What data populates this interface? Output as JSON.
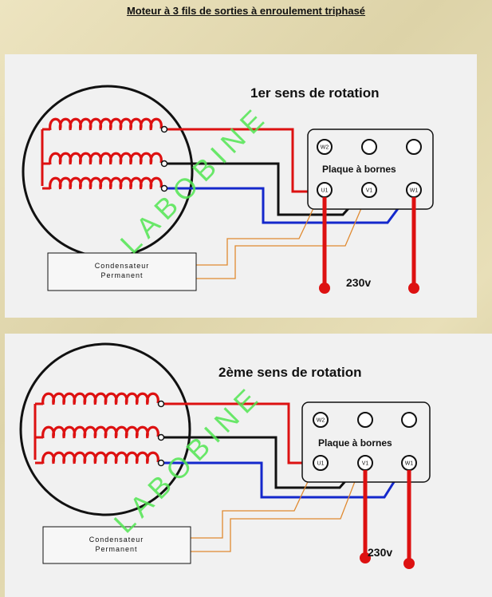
{
  "page_title": "Moteur à 3 fils de sorties à enroulement triphasé",
  "watermark": "LABOBINE",
  "colors": {
    "phase": "#dd1111",
    "neutral": "#111111",
    "blue": "#1428cc",
    "capacitor_wire": "#e08a30",
    "watermark": "#52e652"
  },
  "diagrams": [
    {
      "heading": "1er sens de rotation",
      "plate_label": "Plaque à bornes",
      "terminals": {
        "w2": "W2",
        "u1": "U1",
        "v1": "V1",
        "w1": "W1"
      },
      "capacitor_line1": "Condensateur",
      "capacitor_line2": "Permanent",
      "voltage": "230v"
    },
    {
      "heading": "2ème sens de rotation",
      "plate_label": "Plaque à bornes",
      "terminals": {
        "w2": "W2",
        "u1": "U1",
        "v1": "V1",
        "w1": "W1"
      },
      "capacitor_line1": "Condensateur",
      "capacitor_line2": "Permanent",
      "voltage": "230v"
    }
  ]
}
